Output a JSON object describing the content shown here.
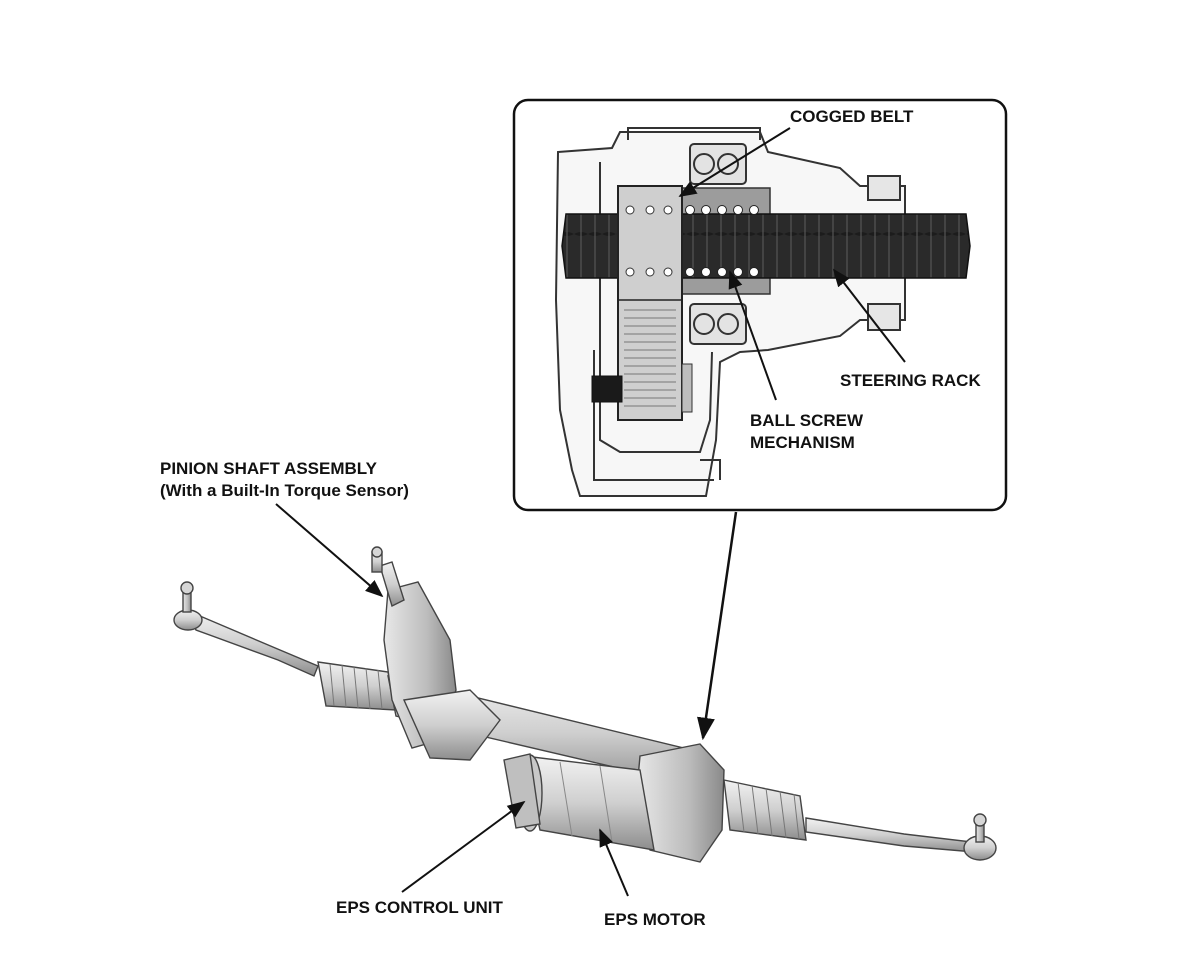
{
  "labels": {
    "cogged_belt": "COGGED BELT",
    "steering_rack": "STEERING RACK",
    "ball_screw_line1": "BALL SCREW",
    "ball_screw_line2": "MECHANISM",
    "pinion_line1": "PINION SHAFT ASSEMBLY",
    "pinion_line2": "(With a Built-In Torque Sensor)",
    "eps_control_unit": "EPS CONTROL UNIT",
    "eps_motor": "EPS MOTOR"
  },
  "colors": {
    "line": "#111111",
    "rack": "#1a1a1a",
    "housing": "#bdbdbd",
    "part_light": "#d9d9d9",
    "part_mid": "#a8a8a8",
    "background": "#ffffff"
  }
}
